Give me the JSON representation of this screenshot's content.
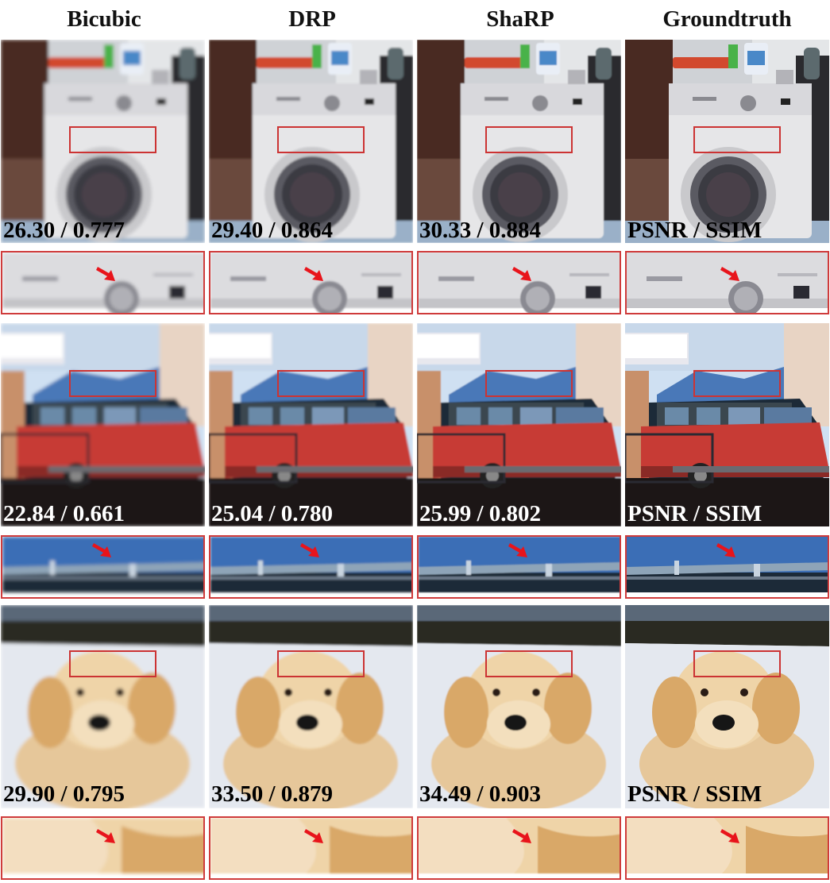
{
  "columns": {
    "c0": "Bicubic",
    "c1": "DRP",
    "c2": "ShaRP",
    "c3": "Groundtruth"
  },
  "rows": {
    "washer": {
      "m0": "26.30 / 0.777",
      "m1": "29.40 / 0.864",
      "m2": "30.33 / 0.884",
      "m3": "PSNR / SSIM"
    },
    "car": {
      "m0": "22.84 / 0.661",
      "m1": "25.04 / 0.780",
      "m2": "25.99 / 0.802",
      "m3": "PSNR / SSIM"
    },
    "dog": {
      "m0": "29.90 / 0.795",
      "m1": "33.50 / 0.879",
      "m2": "34.49 / 0.903",
      "m3": "PSNR / SSIM"
    }
  },
  "colors": {
    "box": "#cc3333",
    "arrow": "#e8141b"
  }
}
